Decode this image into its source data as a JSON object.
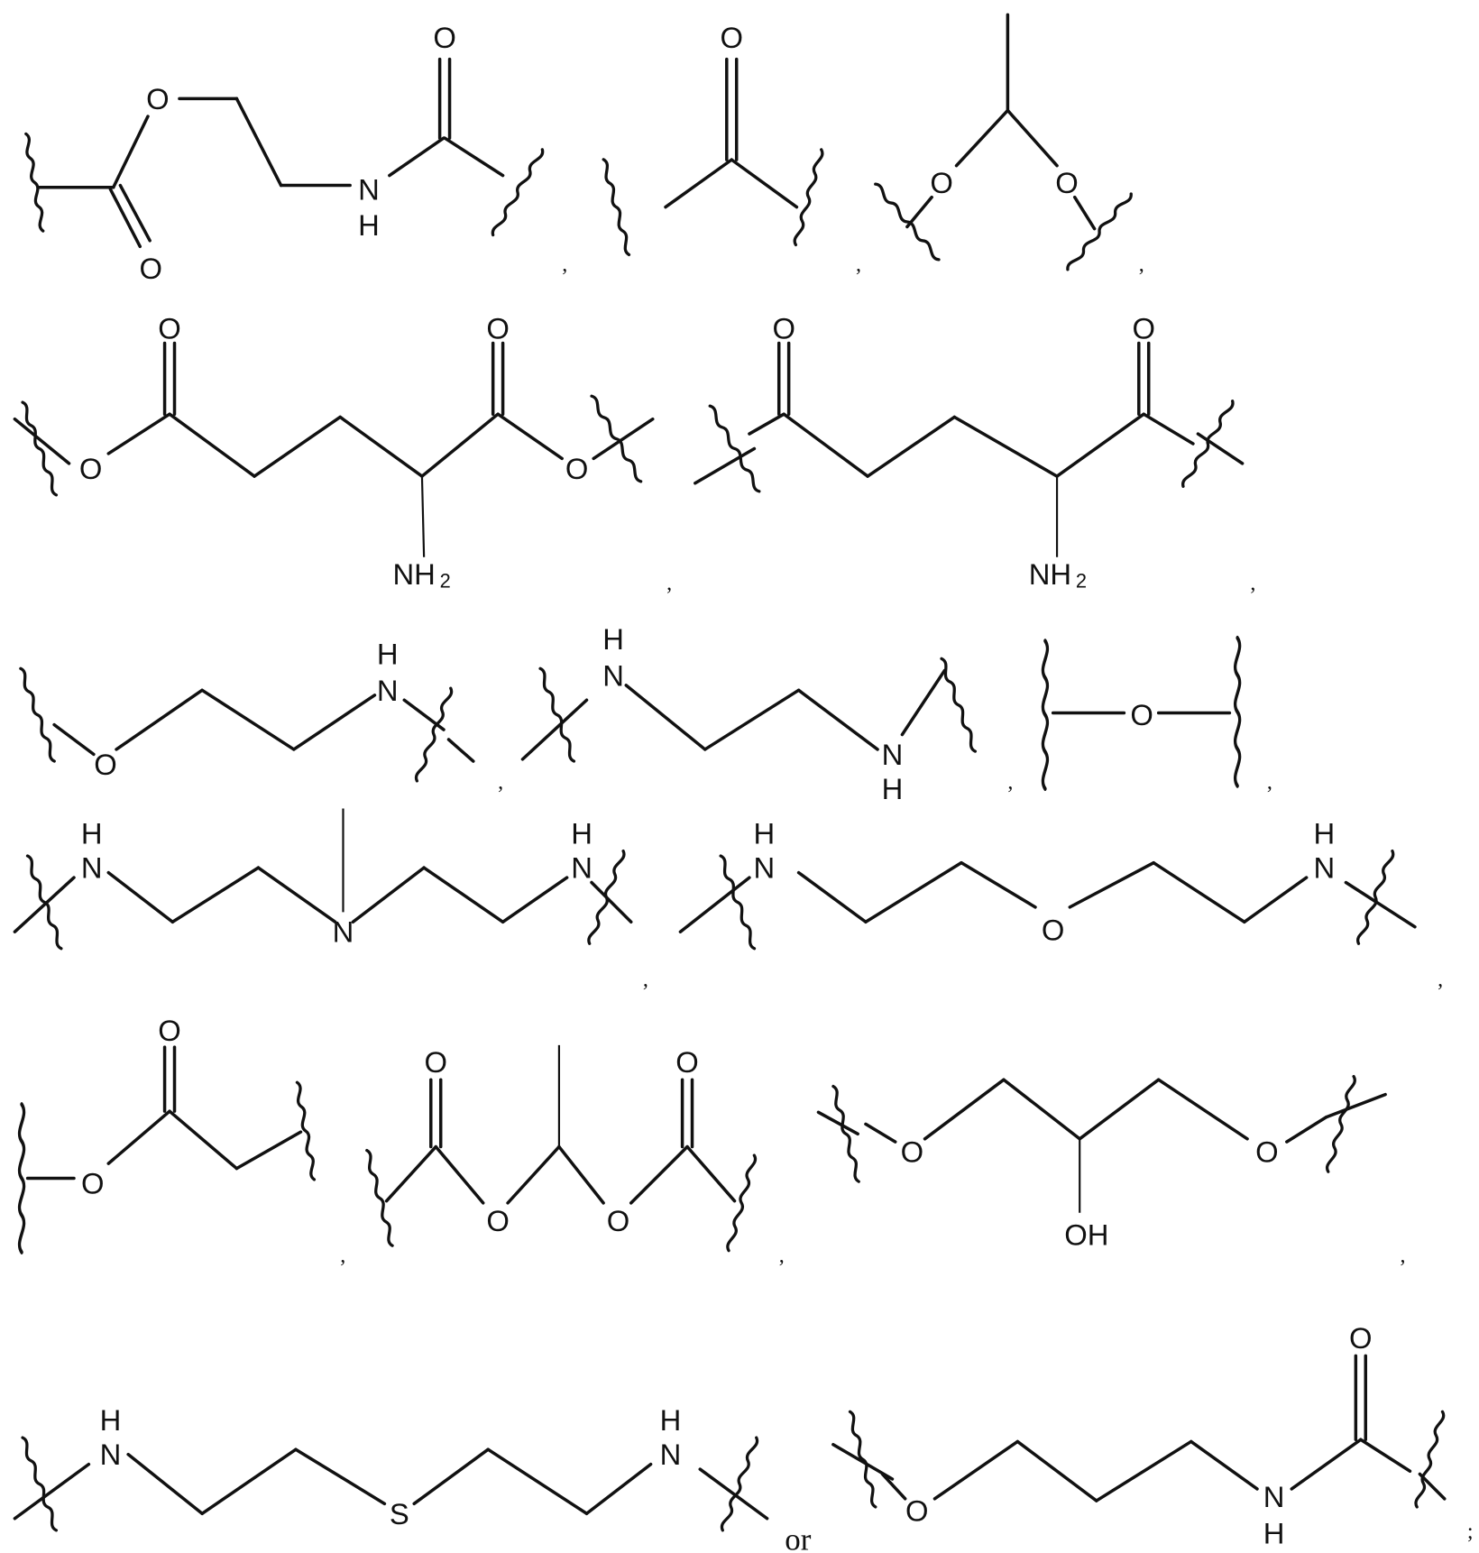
{
  "figure": {
    "description": "Patent figure listing linker structures (bivalent groups with wavy attachment bonds)",
    "colors": {
      "ink": "#111111",
      "background": "#ffffff"
    },
    "separator": ",",
    "conjunction": "or",
    "final_mark": ";",
    "structures": [
      {
        "id": 1,
        "name": "carbamate-ethyl-ester linker",
        "labels": {
          "o_ether": "O",
          "o_carbonyl_ester": "O",
          "nh_n": "N",
          "nh_h": "H",
          "o_amide": "O"
        }
      },
      {
        "id": 2,
        "name": "carbonyl linker",
        "labels": {
          "o": "O"
        }
      },
      {
        "id": 3,
        "name": "ethylidene acetal linker",
        "labels": {
          "o_left": "O",
          "o_right": "O"
        }
      },
      {
        "id": 4,
        "name": "glutamate diester linker",
        "labels": {
          "o1": "O",
          "o2": "O",
          "o_left": "O",
          "o_right": "O",
          "nh2": "NH",
          "nh2_sub": "2"
        }
      },
      {
        "id": 5,
        "name": "glutamyl diketone linker",
        "labels": {
          "o1": "O",
          "o2": "O",
          "nh2": "NH",
          "nh2_sub": "2"
        }
      },
      {
        "id": 6,
        "name": "aminoethoxy linker",
        "labels": {
          "o": "O",
          "n": "N",
          "h": "H"
        }
      },
      {
        "id": 7,
        "name": "ethylenediamine linker",
        "labels": {
          "n1": "N",
          "h1": "H",
          "n2": "N",
          "h2": "H"
        }
      },
      {
        "id": 8,
        "name": "ether linker",
        "labels": {
          "o": "O"
        }
      },
      {
        "id": 9,
        "name": "N-methyl diethylenetriamine linker",
        "labels": {
          "n1": "N",
          "h1": "H",
          "n_center": "N",
          "n2": "N",
          "h2": "H"
        }
      },
      {
        "id": 10,
        "name": "bis(aminoethyl) ether linker",
        "labels": {
          "n1": "N",
          "h1": "H",
          "o": "O",
          "n2": "N",
          "h2": "H"
        }
      },
      {
        "id": 11,
        "name": "glycolate ester linker",
        "labels": {
          "o_carbonyl": "O",
          "o_ester": "O"
        }
      },
      {
        "id": 12,
        "name": "ethylidene diester linker",
        "labels": {
          "o1": "O",
          "o2": "O",
          "o3": "O",
          "o4": "O"
        }
      },
      {
        "id": 13,
        "name": "glycerol diether linker",
        "labels": {
          "o_left": "O",
          "o_right": "O",
          "oh": "OH"
        }
      },
      {
        "id": 14,
        "name": "bis(aminoethyl) sulfide linker",
        "labels": {
          "n1": "N",
          "h1": "H",
          "s": "S",
          "n2": "N",
          "h2": "H"
        }
      },
      {
        "id": 15,
        "name": "aminopropoxy carbonyl linker",
        "labels": {
          "o_ether": "O",
          "n": "N",
          "h": "H",
          "o_carbonyl": "O"
        }
      }
    ]
  }
}
